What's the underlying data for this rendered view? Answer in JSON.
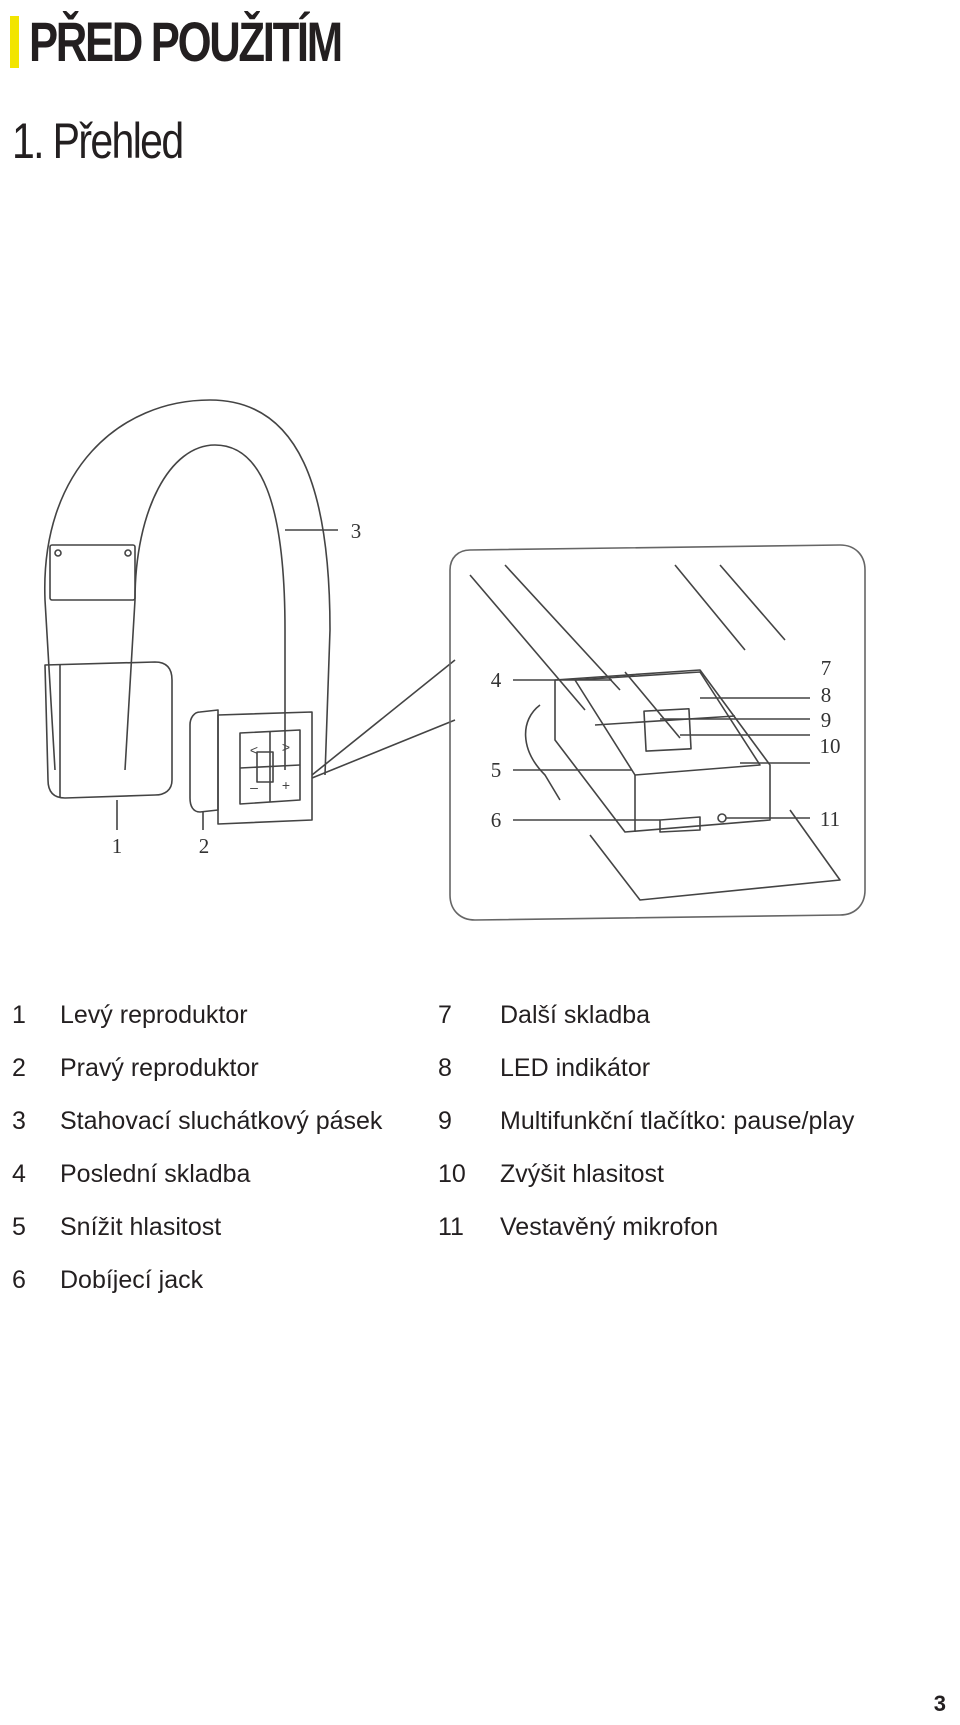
{
  "header": {
    "title": "PŘED POUŽITÍM",
    "subtitle": "1. Přehled"
  },
  "figure": {
    "callouts": [
      "1",
      "2",
      "3",
      "4",
      "5",
      "6",
      "7",
      "8",
      "9",
      "10",
      "11"
    ],
    "button_glyphs": {
      "prev": "<",
      "next": ">",
      "minus": "–",
      "plus": "+"
    }
  },
  "legend_left": [
    {
      "num": "1",
      "label": "Levý reproduktor"
    },
    {
      "num": "2",
      "label": "Pravý reproduktor"
    },
    {
      "num": "3",
      "label": "Stahovací sluchátkový pásek"
    },
    {
      "num": "4",
      "label": "Poslední skladba"
    },
    {
      "num": "5",
      "label": "Snížit hlasitost"
    },
    {
      "num": "6",
      "label": "Dobíjecí jack"
    }
  ],
  "legend_right": [
    {
      "num": "7",
      "label": "Další skladba"
    },
    {
      "num": "8",
      "label": "LED indikátor"
    },
    {
      "num": "9",
      "label": "Multifunkční tlačítko: pause/play"
    },
    {
      "num": "10",
      "label": "Zvýšit hlasitost"
    },
    {
      "num": "11",
      "label": "Vestavěný mikrofon"
    }
  ],
  "page_number": "3"
}
